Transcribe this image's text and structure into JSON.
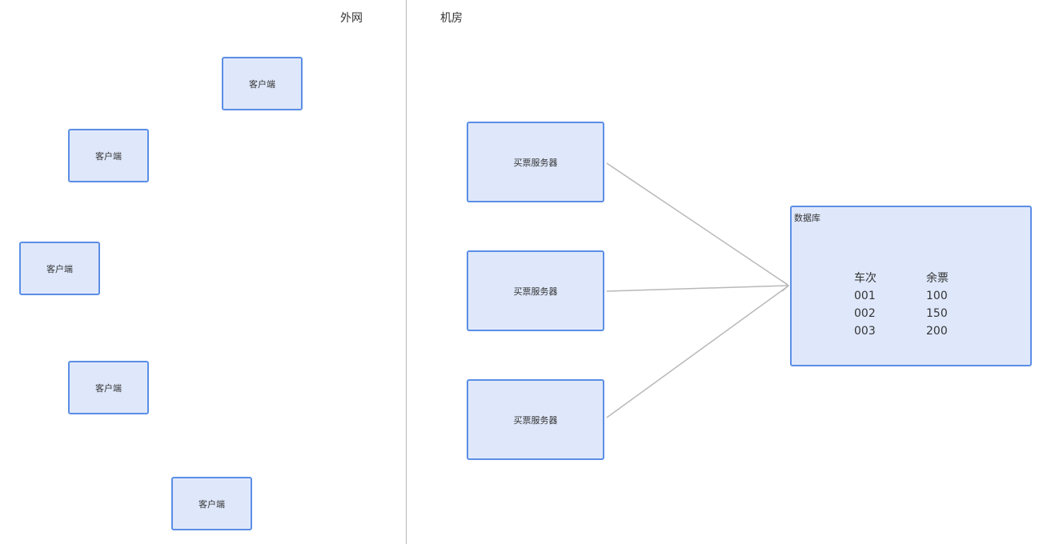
{
  "regions": {
    "external": "外网",
    "datacenter": "机房"
  },
  "clients": [
    {
      "label": "客户端"
    },
    {
      "label": "客户端"
    },
    {
      "label": "客户端"
    },
    {
      "label": "客户端"
    },
    {
      "label": "客户端"
    }
  ],
  "servers": [
    {
      "label": "买票服务器"
    },
    {
      "label": "买票服务器"
    },
    {
      "label": "买票服务器"
    }
  ],
  "database": {
    "title": "数据库",
    "headers": [
      "车次",
      "余票"
    ],
    "rows": [
      [
        "001",
        "100"
      ],
      [
        "002",
        "150"
      ],
      [
        "003",
        "200"
      ]
    ]
  },
  "colors": {
    "node_fill": "#dfe8fb",
    "node_border": "#5b8ee6",
    "arrow": "#b8b8b8",
    "divider": "#b8b8b8"
  }
}
